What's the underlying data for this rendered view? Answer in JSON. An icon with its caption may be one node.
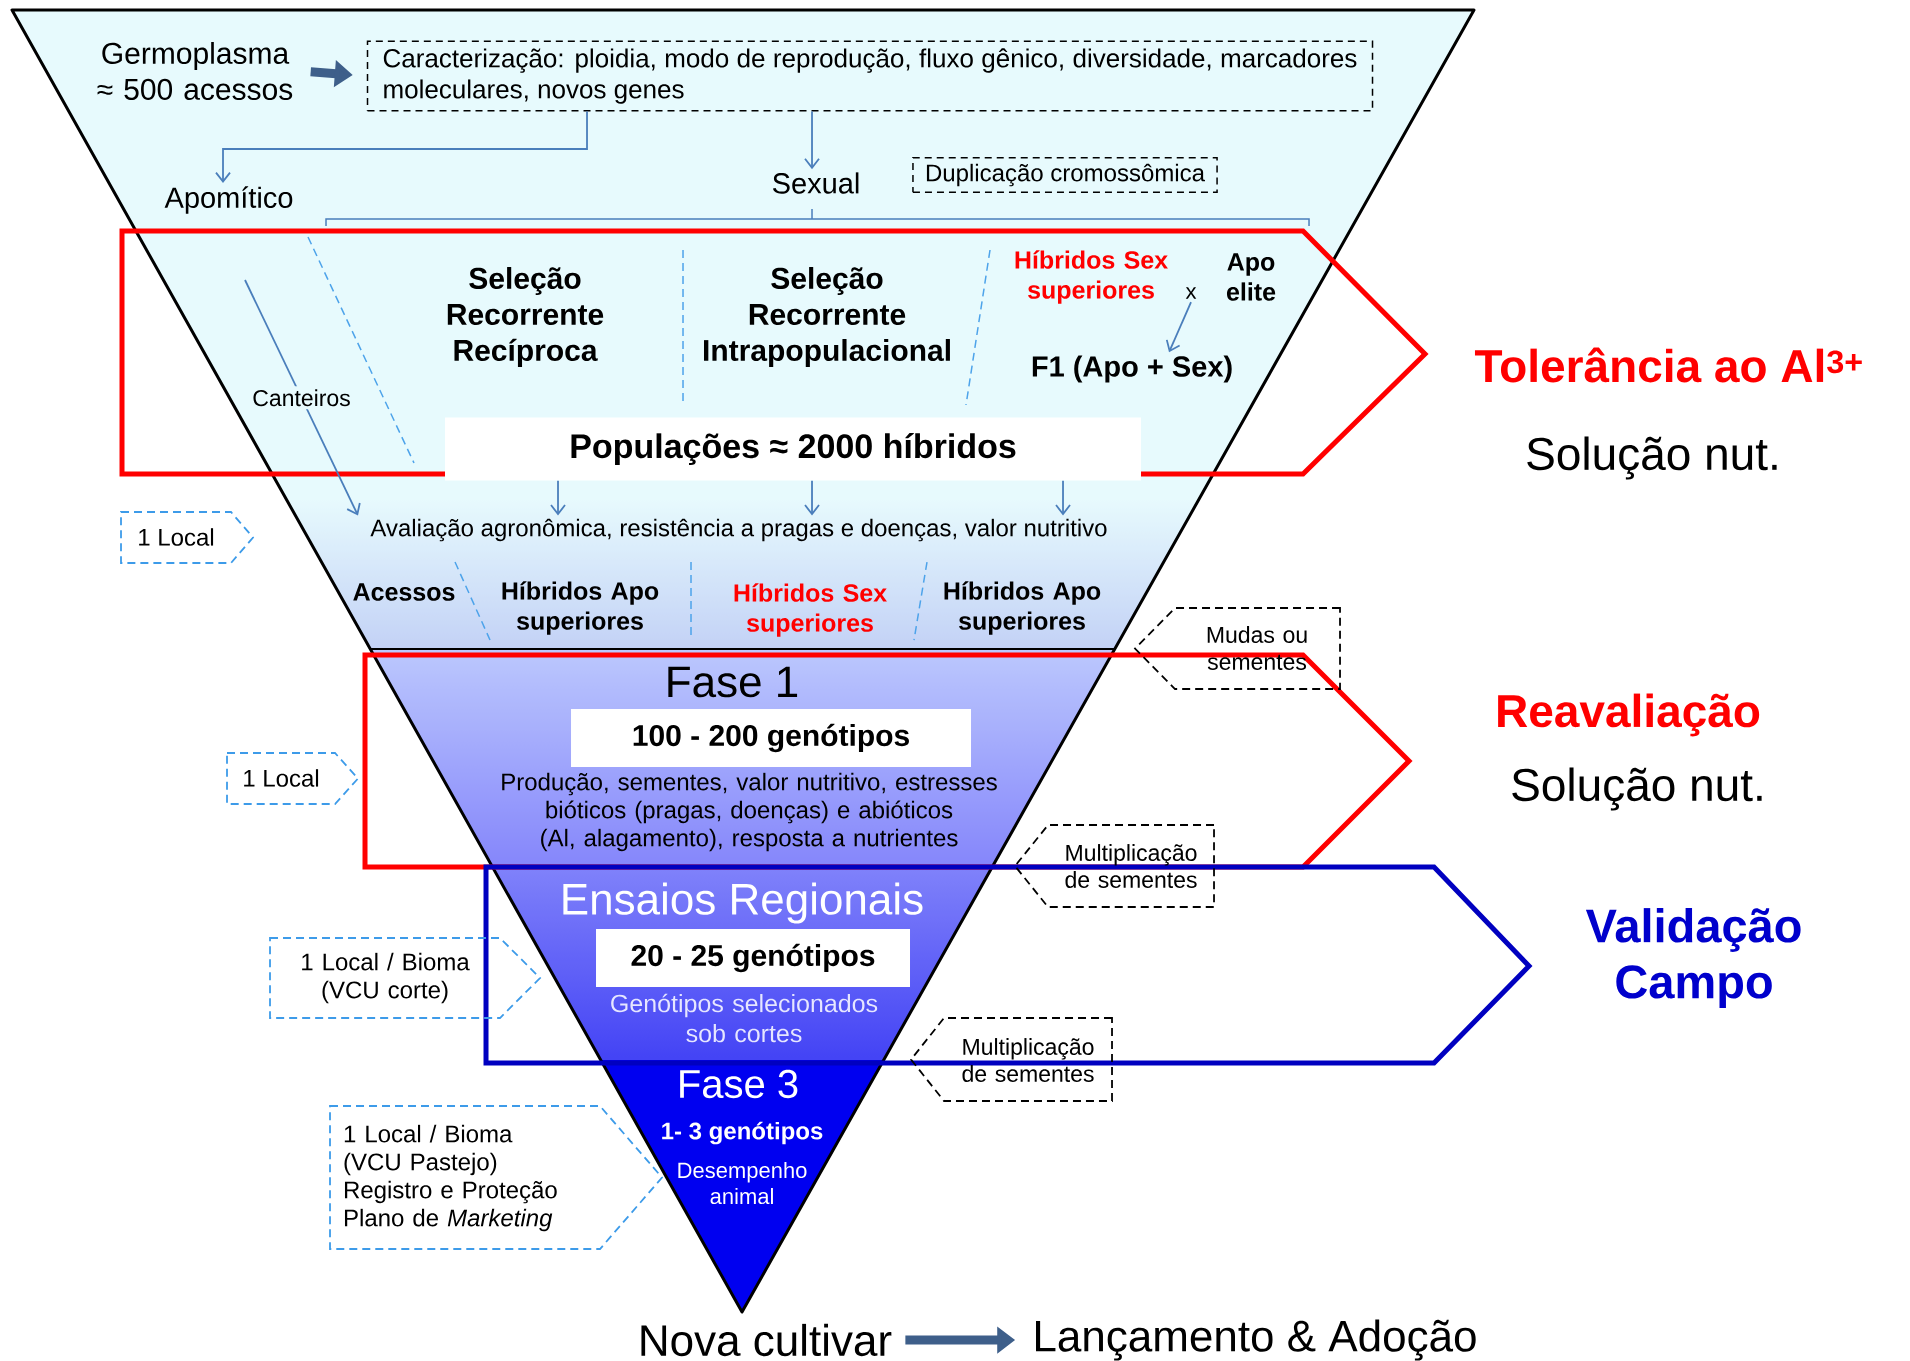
{
  "diagram": {
    "nodes": [
      {
        "text": [
          "Germoplasma ≈ 500 acessos"
        ]
      },
      {
        "text": [
          "Caracterização: ploidia, modo de reprodução, fluxo gênico, diversidade, marcadores moleculares, novos genes"
        ]
      },
      {
        "text": [
          "Apomítico"
        ]
      },
      {
        "text": [
          "Sexual"
        ]
      },
      {
        "text": [
          "Duplicação cromossômica"
        ]
      },
      {
        "text": [
          "Seleção Recorrente Recíproca"
        ]
      },
      {
        "text": [
          "Seleção Recorrente Intrapopulacional"
        ]
      },
      {
        "text": [
          "Híbridos Sex superiores"
        ]
      },
      {
        "text": [
          "Apo elite"
        ]
      },
      {
        "text": [
          "F1 (Apo + Sex)"
        ]
      },
      {
        "text": [
          "Populações ≈ 2000 híbridos"
        ]
      },
      {
        "text": [
          "Avaliação agronômica, resistência a pragas e doenças, valor nutritivo"
        ]
      },
      {
        "text": [
          "Acessos"
        ]
      },
      {
        "text": [
          "Híbridos Apo superiores"
        ]
      },
      {
        "text": [
          "Híbridos Sex superiores"
        ]
      },
      {
        "text": [
          "Híbridos Apo superiores"
        ]
      },
      {
        "text": [
          "100 - 200 genótipos"
        ]
      },
      {
        "text": [
          "20 - 25 genótipos"
        ]
      },
      {
        "text": [
          "Mudas ou sementes"
        ]
      },
      {
        "text": [
          "Multiplicação de sementes"
        ]
      },
      {
        "text": [
          "Multiplicação de sementes"
        ]
      },
      {
        "text": [
          "1 Local"
        ]
      },
      {
        "text": [
          "1 Local"
        ]
      },
      {
        "text": [
          "1 Local / Bioma (VCU corte)"
        ]
      },
      {
        "text": [
          "1 Local / Bioma",
          "(VCU Pastejo)",
          "Registro e Proteção",
          "Plano de *Marketing*"
        ]
      },
      {
        "text": [
          "Nova cultivar"
        ]
      },
      {
        "text": [
          "Lançamento & Adoção"
        ]
      },
      {
        "text": [
          "x"
        ]
      }
    ],
    "edges": [
      {
        "from": 0,
        "to": 1,
        "arrow": "to",
        "style": "thick",
        "color": "#3e5f8a"
      },
      {
        "from": 1,
        "to": 2,
        "arrow": "to"
      },
      {
        "from": 1,
        "to": 3,
        "arrow": "to"
      },
      {
        "from": null,
        "to": 11,
        "arrow": "to",
        "label": "Canteiros"
      },
      {
        "from": 10,
        "to": 11,
        "arrow": "to"
      },
      {
        "from": 10,
        "to": 11,
        "arrow": "to"
      },
      {
        "from": 10,
        "to": 11,
        "arrow": "to"
      },
      {
        "from": 27,
        "to": 9,
        "arrow": "to"
      },
      {
        "from": 25,
        "to": 26,
        "arrow": "to",
        "style": "thick",
        "color": "#3e5f8a"
      }
    ],
    "labels": [
      "Fase 1",
      "Produção, sementes, valor nutritivo, estresses bióticos (pragas, doenças) e abióticos (Al, alagamento), resposta a nutrientes",
      "Ensaios Regionais",
      "Genótipos selecionados sob cortes",
      "Fase 3",
      "1- 3 genótipos",
      "Desempenho animal",
      "Tolerância ao Al$^{3+}$",
      "Solução nut.",
      "Reavaliação",
      "Solução nut.",
      "Validação Campo"
    ]
  }
}
